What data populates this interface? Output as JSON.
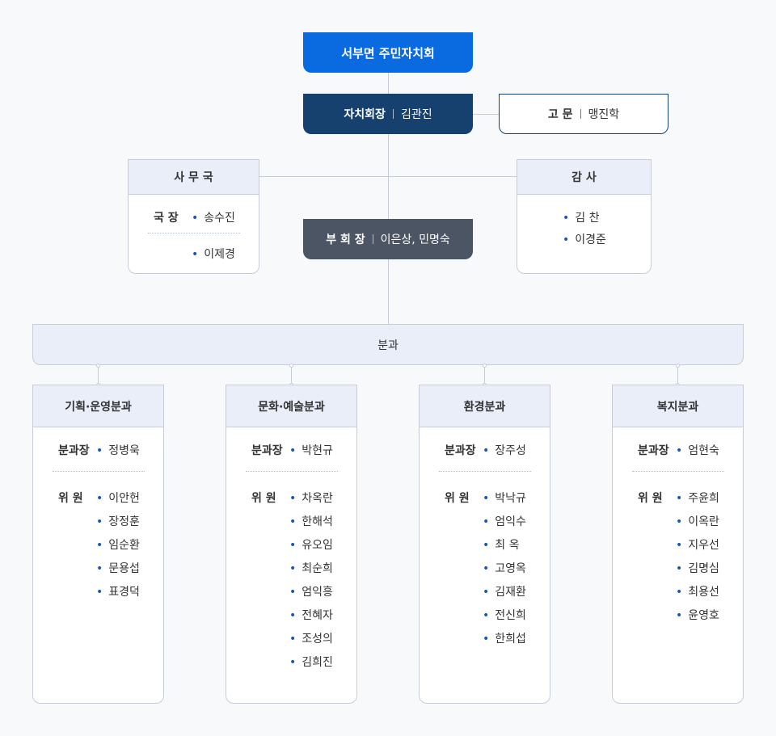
{
  "org": {
    "title": "서부면 주민자치회",
    "chair": {
      "role": "자치회장",
      "name": "김관진"
    },
    "advisor": {
      "role": "고 문",
      "name": "맹진학"
    },
    "vice_chair": {
      "role": "부 회 장",
      "names": "이은상, 민명숙"
    },
    "secretariat": {
      "title": "사 무 국",
      "head_label": "국 장",
      "members": [
        "송수진",
        "이제경"
      ]
    },
    "audit": {
      "title": "감 사",
      "members": [
        "김 찬",
        "이경준"
      ]
    },
    "branch_bar": "분과",
    "departments": [
      {
        "title": "기획·운영분과",
        "head_label": "분과장",
        "head": "정병욱",
        "member_label": "위 원",
        "members": [
          "이안헌",
          "장정훈",
          "임순환",
          "문용섭",
          "표경덕"
        ]
      },
      {
        "title": "문화·예술분과",
        "head_label": "분과장",
        "head": "박현규",
        "member_label": "위 원",
        "members": [
          "차옥란",
          "한해석",
          "유오임",
          "최순희",
          "엄익흥",
          "전혜자",
          "조성의",
          "김희진"
        ]
      },
      {
        "title": "환경분과",
        "head_label": "분과장",
        "head": "장주성",
        "member_label": "위 원",
        "members": [
          "박낙규",
          "엄익수",
          "최 옥",
          "고영옥",
          "김재환",
          "전신희",
          "한희섭"
        ]
      },
      {
        "title": "복지분과",
        "head_label": "분과장",
        "head": "엄현숙",
        "member_label": "위 원",
        "members": [
          "주윤희",
          "이옥란",
          "지우선",
          "김명심",
          "최용선",
          "윤영호"
        ]
      }
    ]
  }
}
